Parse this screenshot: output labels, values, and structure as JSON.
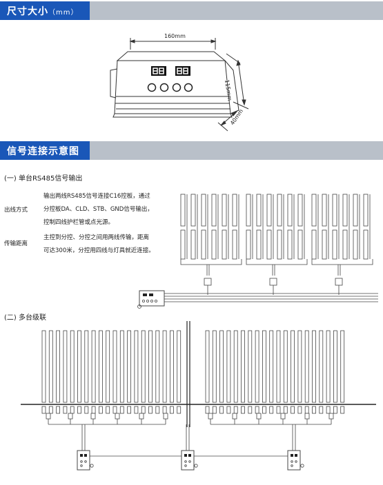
{
  "section_size": {
    "title": "尺寸大小",
    "unit": "（mm）"
  },
  "dimensions": {
    "width": "160mm",
    "height": "115mm",
    "depth": "40mm"
  },
  "section_wiring": {
    "title": "信号连接示意图"
  },
  "single": {
    "heading": "(一) 单台RS485信号输出",
    "label_output": "出线方式",
    "desc_output": [
      "输出两线RS485信号连接C16控板，通过",
      "分控板DA、CLD、STB、GND信号输出，",
      "控制四线护栏管或点光源。"
    ],
    "label_distance": "传输距离",
    "desc_distance": [
      "主控到分控、分控之间用两线传输，距离",
      "可达300米，分控用四线与灯具就近连接。"
    ]
  },
  "cascade": {
    "heading": "(二) 多台级联"
  }
}
